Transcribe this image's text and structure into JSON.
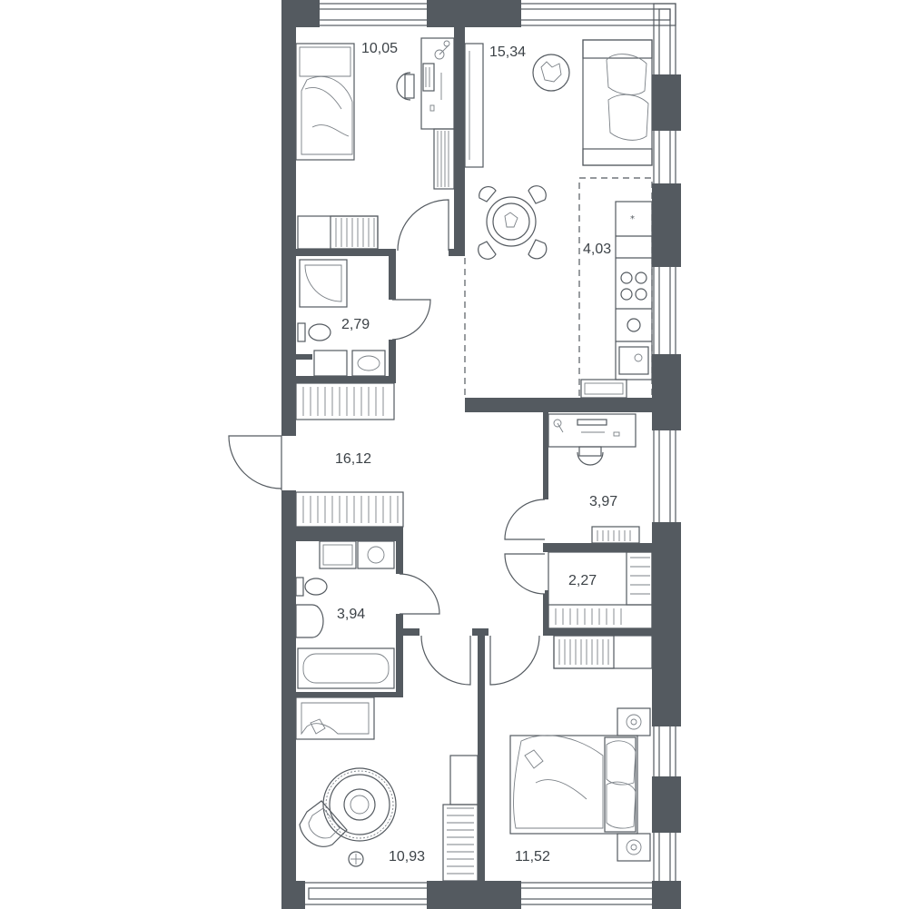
{
  "plan": {
    "rooms": [
      {
        "id": "bedroom-1",
        "area": "10,05"
      },
      {
        "id": "living-kitchen",
        "area": "15,34"
      },
      {
        "id": "kitchen-zone",
        "area": "4,03"
      },
      {
        "id": "bathroom-1",
        "area": "2,79"
      },
      {
        "id": "hall",
        "area": "16,12"
      },
      {
        "id": "study",
        "area": "3,97"
      },
      {
        "id": "closet",
        "area": "2,27"
      },
      {
        "id": "bathroom-2",
        "area": "3,94"
      },
      {
        "id": "bedroom-2",
        "area": "10,93"
      },
      {
        "id": "bedroom-3",
        "area": "11,52"
      }
    ],
    "colors": {
      "wall": "#545a60",
      "line": "#545a60",
      "background": "#ffffff",
      "text": "#3c4247"
    }
  }
}
